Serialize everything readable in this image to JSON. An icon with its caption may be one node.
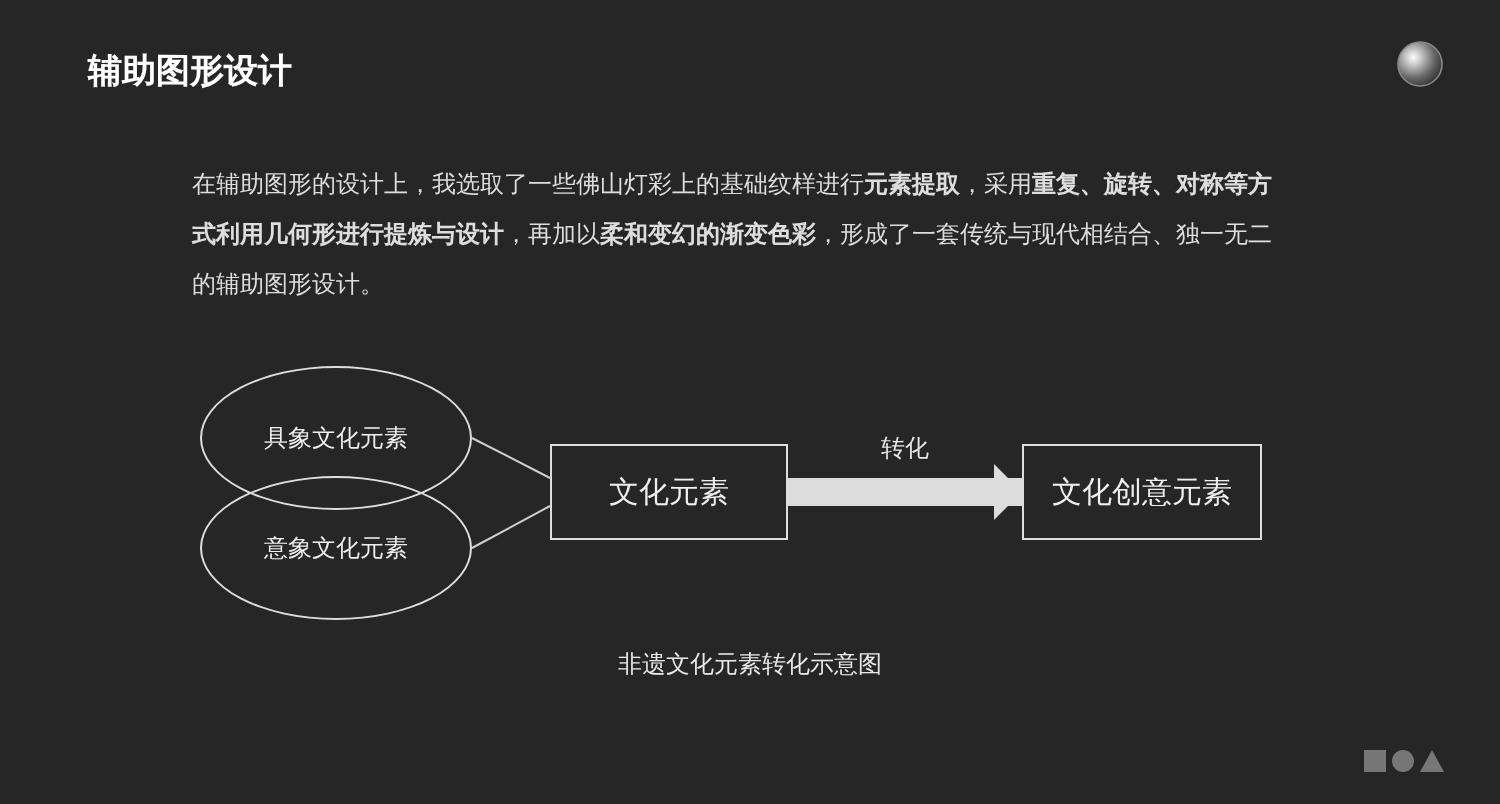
{
  "diagram": {
    "title": "辅助图形设计",
    "caption": "非遗文化元素转化示意图",
    "nodes": [
      {
        "text": [
          "具象文化元素"
        ]
      },
      {
        "text": [
          "意象文化元素"
        ]
      },
      {
        "text": [
          "文化元素"
        ]
      },
      {
        "text": [
          "文化创意元素"
        ]
      }
    ],
    "edges": [
      {
        "from": 0,
        "to": 2,
        "arrow": "none"
      },
      {
        "from": 1,
        "to": 2,
        "arrow": "none"
      },
      {
        "from": 2,
        "to": 3,
        "arrow": "to",
        "label": "转化",
        "style": "thick"
      }
    ],
    "labels": [
      "在辅助图形的设计上，我选取了一些佛山灯彩上的基础纹样进行**元素提取**，采用**重复、旋转、对称等方式利用几何形进行提炼与设计**，再加以**柔和变幻的渐变色彩**，形成了一套传统与现代相结合、独一无二的辅助图形设计。"
    ]
  }
}
